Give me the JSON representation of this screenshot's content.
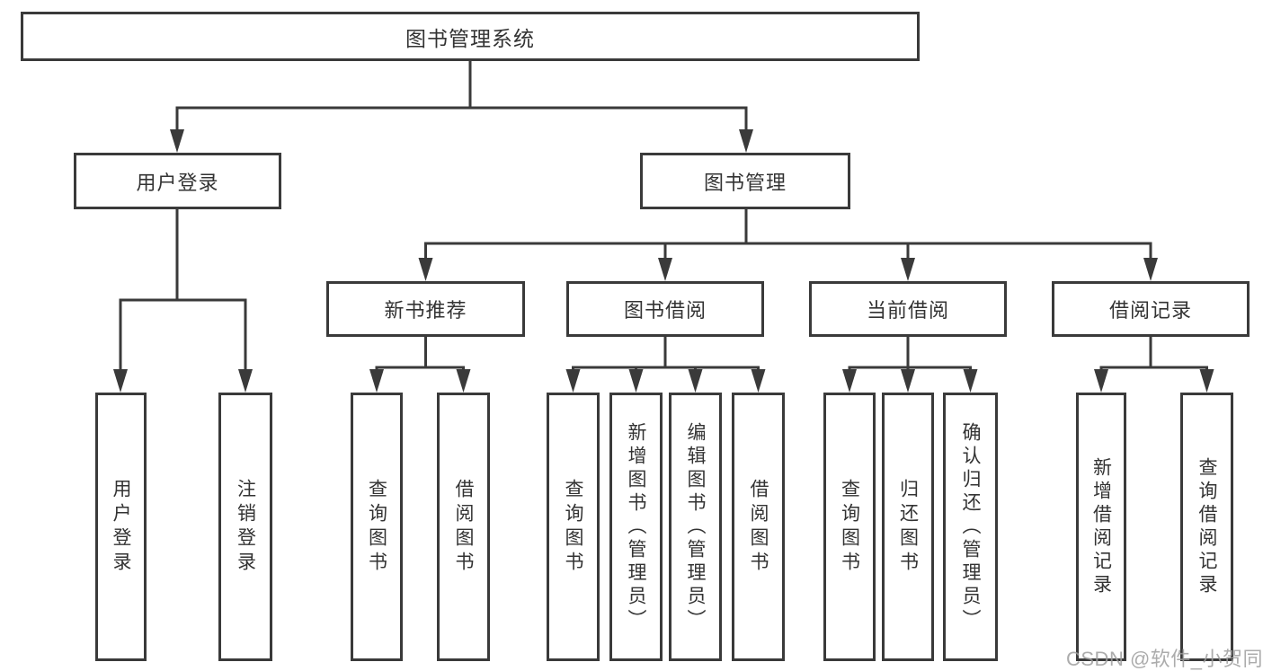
{
  "diagram": {
    "type": "hierarchy-tree",
    "colors": {
      "line": "#3a3a3a",
      "box_border": "#3a3a3a",
      "text": "#333333",
      "background": "#ffffff",
      "watermark": "#9e9e9e"
    },
    "nodes": {
      "root": {
        "label": "图书管理系统"
      },
      "level2": [
        {
          "label": "用户登录"
        },
        {
          "label": "图书管理"
        }
      ],
      "level3": [
        {
          "label": "新书推荐",
          "parent": "图书管理"
        },
        {
          "label": "图书借阅",
          "parent": "图书管理"
        },
        {
          "label": "当前借阅",
          "parent": "图书管理"
        },
        {
          "label": "借阅记录",
          "parent": "图书管理"
        }
      ],
      "leaves": [
        {
          "label": "用户登录",
          "parent": "用户登录"
        },
        {
          "label": "注销登录",
          "parent": "用户登录"
        },
        {
          "label": "查询图书",
          "parent": "新书推荐"
        },
        {
          "label": "借阅图书",
          "parent": "新书推荐"
        },
        {
          "label": "查询图书",
          "parent": "图书借阅"
        },
        {
          "label": "新增图书（管理员）",
          "parent": "图书借阅"
        },
        {
          "label": "编辑图书（管理员）",
          "parent": "图书借阅"
        },
        {
          "label": "借阅图书",
          "parent": "图书借阅"
        },
        {
          "label": "查询图书",
          "parent": "当前借阅"
        },
        {
          "label": "归还图书",
          "parent": "当前借阅"
        },
        {
          "label": "确认归还（管理员）",
          "parent": "当前借阅"
        },
        {
          "label": "新增借阅记录",
          "parent": "借阅记录"
        },
        {
          "label": "查询借阅记录",
          "parent": "借阅记录"
        }
      ]
    },
    "watermark": {
      "text": "CSDN @软件_小贺同学"
    }
  }
}
